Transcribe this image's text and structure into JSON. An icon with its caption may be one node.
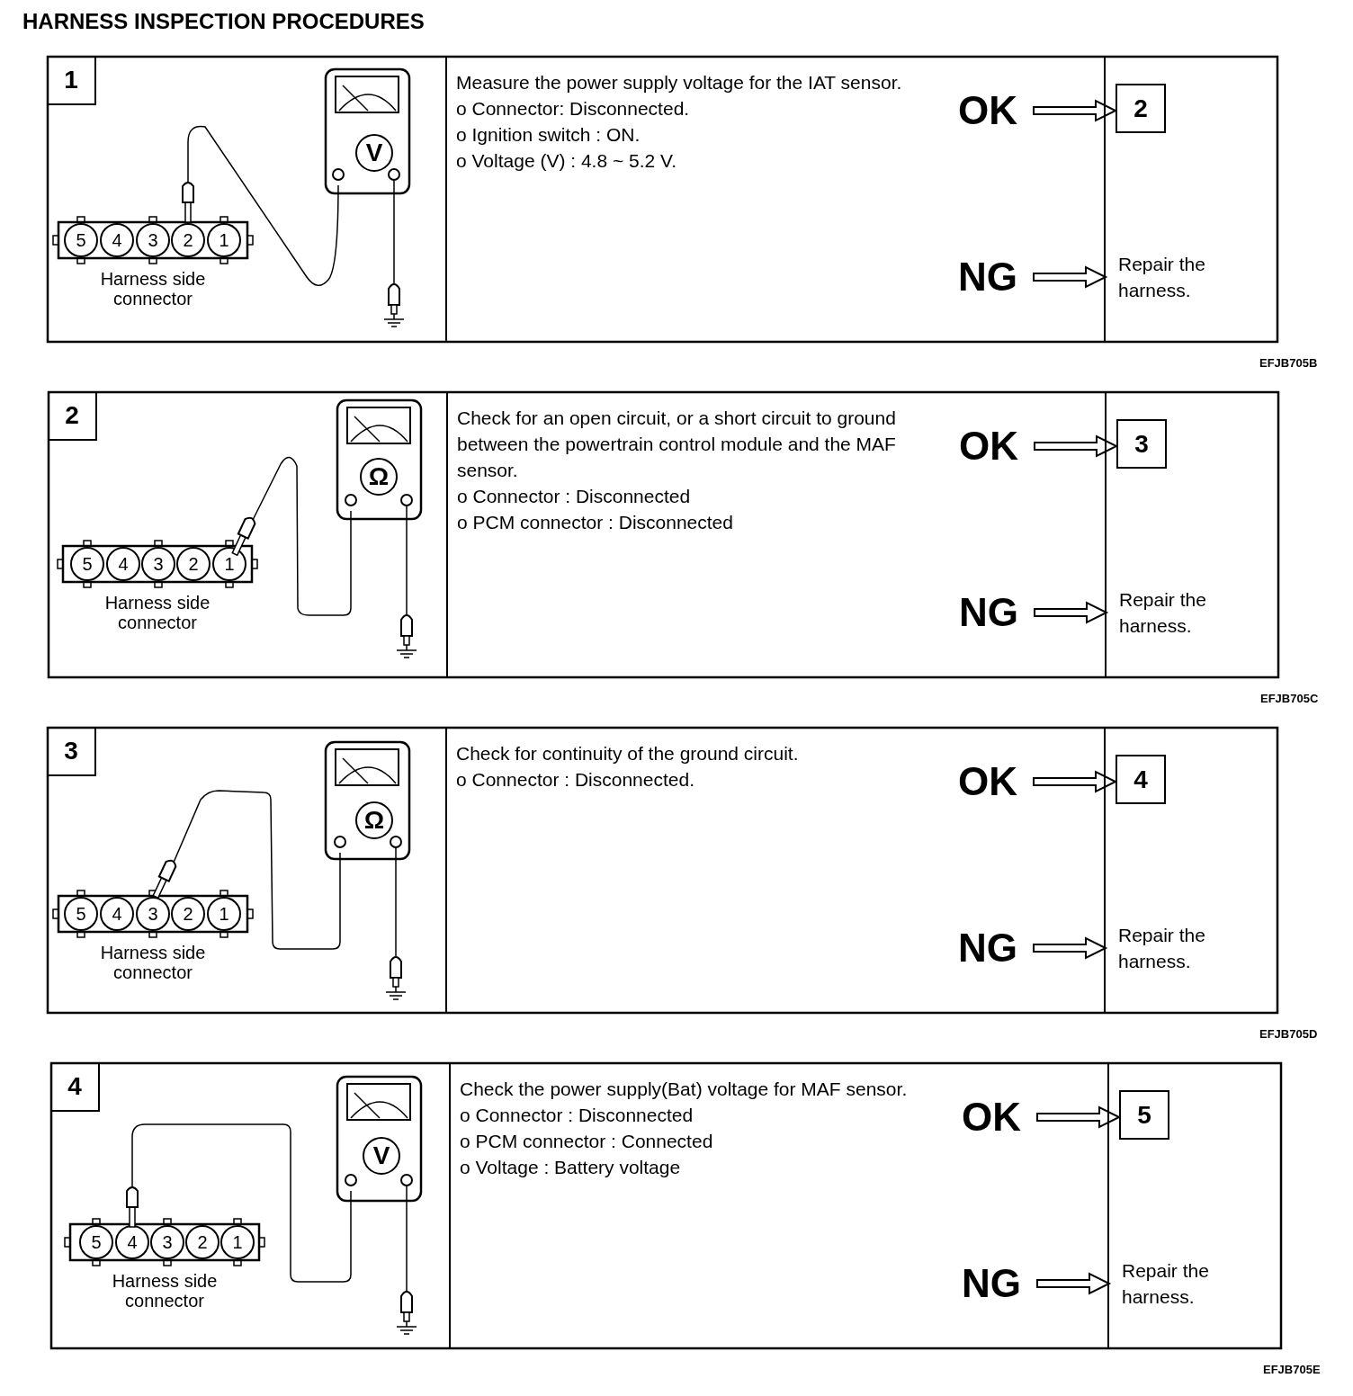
{
  "diagram": {
    "title": "HARNESS INSPECTION PROCEDURES",
    "nodes": [
      {
        "text": [
          "1"
        ]
      },
      {
        "text": [
          "Measure the power supply voltage for the IAT sensor.",
          "o Connector: Disconnected.",
          "o Ignition switch : ON.",
          "o Voltage (V) : 4.8 ~ 5.2 V."
        ]
      },
      {
        "text": [
          "OK"
        ],
        "in": 1
      },
      {
        "text": [
          "NG"
        ],
        "in": 1
      },
      {
        "text": [
          "Repair the harness."
        ]
      },
      {
        "text": [
          "2"
        ],
        "in": 4
      },
      {
        "text": [
          "2"
        ]
      },
      {
        "text": [
          "Check for an open circuit, or a short circuit to ground between the powertrain control module and the MAF sensor.",
          "o Connector : Disconnected",
          "o PCM connector : Disconnected"
        ]
      },
      {
        "text": [
          "OK"
        ],
        "in": 7
      },
      {
        "text": [
          "NG"
        ],
        "in": 7
      },
      {
        "text": [
          "Repair the harness."
        ]
      },
      {
        "text": [
          "3"
        ],
        "in": 10
      },
      {
        "text": [
          "3"
        ]
      },
      {
        "text": [
          "Check for continuity of the ground circuit.",
          "o Connector : Disconnected."
        ]
      },
      {
        "text": [
          "OK"
        ],
        "in": 13
      },
      {
        "text": [
          "NG"
        ],
        "in": 13
      },
      {
        "text": [
          "Repair the harness."
        ]
      },
      {
        "text": [
          "4"
        ],
        "in": 16
      },
      {
        "text": [
          "4"
        ]
      },
      {
        "text": [
          "Check the power supply(Bat) voltage for MAF sensor.",
          "o Connector : Disconnected",
          "o PCM connector : Connected",
          "o Voltage : Battery voltage"
        ]
      },
      {
        "text": [
          "OK"
        ],
        "in": 19
      },
      {
        "text": [
          "NG"
        ],
        "in": 19
      },
      {
        "text": [
          "Repair the harness."
        ]
      },
      {
        "text": [
          "5"
        ],
        "in": 22
      }
    ],
    "edges": [
      {
        "from": 2,
        "to": 5,
        "arrow": "to"
      },
      {
        "from": 3,
        "to": 4,
        "arrow": "to"
      },
      {
        "from": 8,
        "to": 11,
        "arrow": "to"
      },
      {
        "from": 9,
        "to": 10,
        "arrow": "to"
      },
      {
        "from": 14,
        "to": 17,
        "arrow": "to"
      },
      {
        "from": 15,
        "to": 16,
        "arrow": "to"
      },
      {
        "from": 20,
        "to": 23,
        "arrow": "to"
      },
      {
        "from": 21,
        "to": 22,
        "arrow": "to"
      }
    ],
    "labels": [
      "V",
      "5",
      "4",
      "3",
      "2",
      "1",
      "Harness side connector",
      "EFJB705B",
      "Ω",
      "5",
      "4",
      "3",
      "2",
      "1",
      "Harness side connector",
      "EFJB705C",
      "Ω",
      "5",
      "4",
      "3",
      "2",
      "1",
      "Harness side connector",
      "EFJB705D",
      "V",
      "5",
      "4",
      "3",
      "2",
      "1",
      "Harness side connector",
      "EFJB705E"
    ]
  }
}
